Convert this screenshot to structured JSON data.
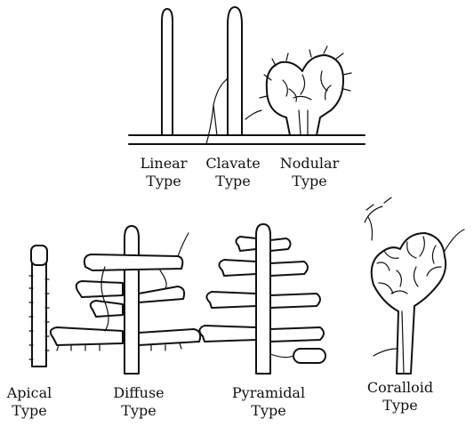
{
  "types": [
    {
      "id": "linear",
      "line1": "Linear",
      "line2": "Type"
    },
    {
      "id": "clavate",
      "line1": "Clavate",
      "line2": "Type"
    },
    {
      "id": "nodular",
      "line1": "Nodular",
      "line2": "Type"
    },
    {
      "id": "apical",
      "line1": "Apical",
      "line2": "Type"
    },
    {
      "id": "diffuse",
      "line1": "Diffuse",
      "line2": "Type"
    },
    {
      "id": "pyramidal",
      "line1": "Pyramidal",
      "line2": "Type"
    },
    {
      "id": "coralloid",
      "line1": "Coralloid",
      "line2": "Type"
    }
  ]
}
